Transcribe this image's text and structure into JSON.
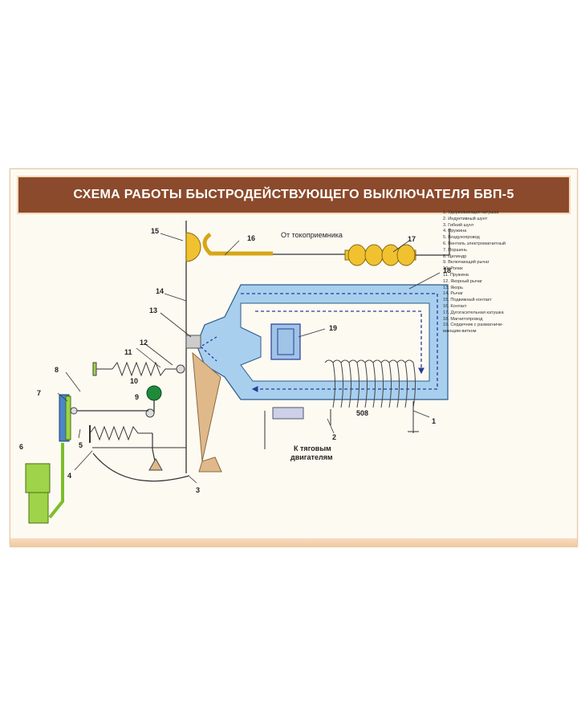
{
  "title": "СХЕМА РАБОТЫ БЫСТРОДЕЙСТВУЮЩЕГО ВЫКЛЮЧАТЕЛЯ БВП-5",
  "texts": {
    "from_collector": "От токоприемника",
    "to_motors_1": "К тяговым",
    "to_motors_2": "двигателям",
    "value_508": "508"
  },
  "callouts": {
    "n1": "1",
    "n2": "2",
    "n3": "3",
    "n4": "4",
    "n5": "5",
    "n6": "6",
    "n7": "7",
    "n8": "8",
    "n9": "9",
    "n10": "10",
    "n11": "11",
    "n12": "12",
    "n13": "13",
    "n14": "14",
    "n15": "15",
    "n16": "16",
    "n17": "17",
    "n18": "18",
    "n19": "19"
  },
  "legend": [
    "1. Удерживающая катушка",
    "2. Индуктивный шунт",
    "3. Гибкий шунт",
    "4. Пружина",
    "5. Воздухопровод",
    "6. Вентиль электромагнитный",
    "7. Поршень",
    "8. Цилиндр",
    "9. Включающий рычаг",
    "10. Ролик",
    "11. Пружина",
    "12. Якорный рычаг",
    "13. Якорь",
    "14. Рычаг",
    "15. Подвижный контакт",
    "16. Контакт",
    "17. Дугогасительная катушка",
    "18. Магнитопровод",
    "19. Сердечник с размагничи-",
    "вающим витком"
  ],
  "colors": {
    "title_bg": "#8b4a2b",
    "magnet_core": "#a9cfee",
    "contact": "#f0c230",
    "valve": "#9fd34a",
    "lever": "#e0b98a",
    "flux_arrow": "#2b3a9a"
  }
}
